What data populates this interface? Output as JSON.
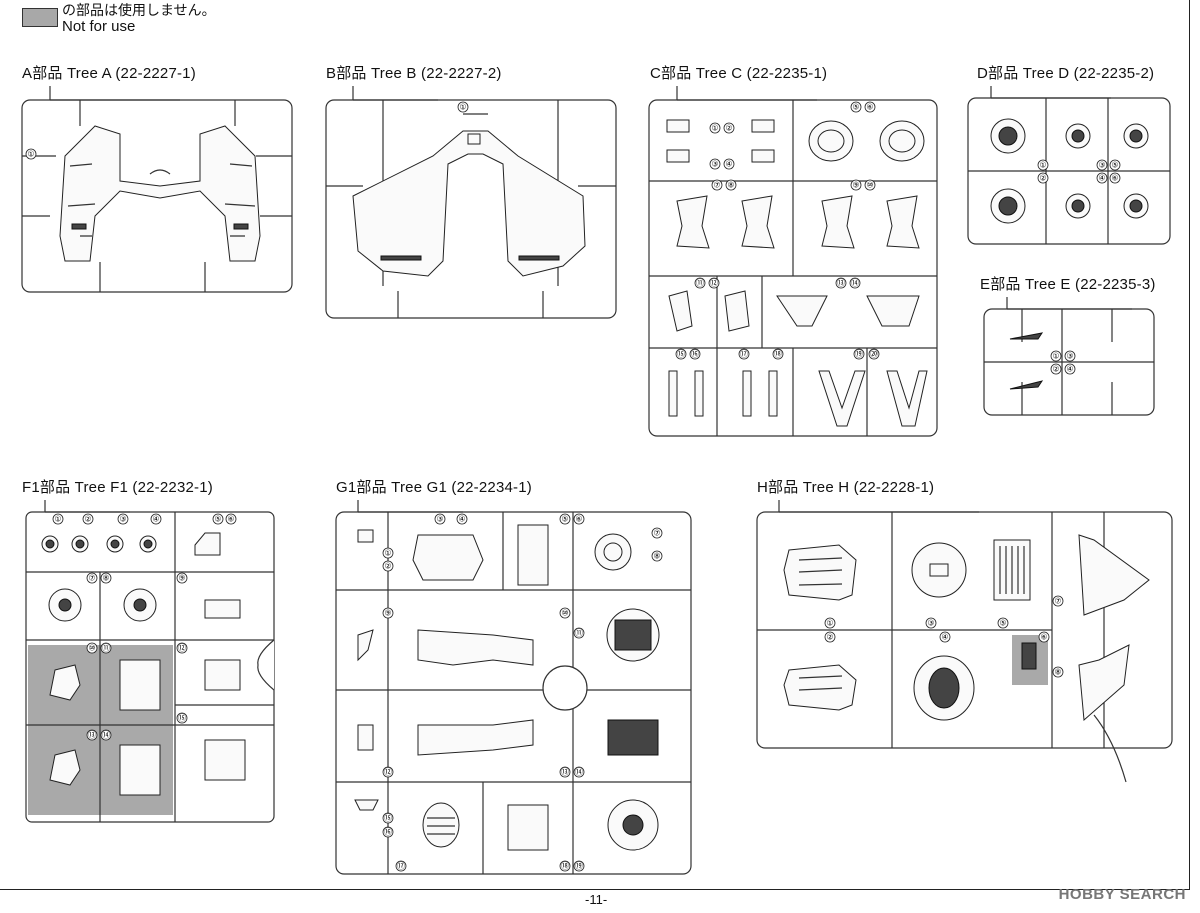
{
  "legend": {
    "jp": "の部品は使用しません。",
    "en": "Not for use",
    "swatch_color": "#a8a8a8"
  },
  "trees": {
    "A": {
      "title": "A部品 Tree A (22-2227-1)",
      "numbers": [
        "①"
      ]
    },
    "B": {
      "title": "B部品 Tree B (22-2227-2)",
      "numbers": [
        "①"
      ]
    },
    "C": {
      "title": "C部品 Tree C (22-2235-1)",
      "numbers": [
        "①",
        "②",
        "③",
        "④",
        "⑤",
        "⑥",
        "⑦",
        "⑧",
        "⑨",
        "⑩",
        "⑪",
        "⑫",
        "⑬",
        "⑭",
        "⑮",
        "⑯",
        "⑰",
        "⑱",
        "⑲",
        "⑳"
      ]
    },
    "D": {
      "title": "D部品 Tree D (22-2235-2)",
      "numbers": [
        "①",
        "②",
        "③",
        "④",
        "⑤",
        "⑥"
      ]
    },
    "E": {
      "title": "E部品 Tree E (22-2235-3)",
      "numbers": [
        "①",
        "②",
        "③",
        "④"
      ]
    },
    "F1": {
      "title": "F1部品 Tree F1 (22-2232-1)",
      "numbers": [
        "①",
        "②",
        "③",
        "④",
        "⑤",
        "⑥",
        "⑦",
        "⑧",
        "⑨",
        "⑩",
        "⑪",
        "⑫",
        "⑬",
        "⑭",
        "⑮"
      ]
    },
    "G1": {
      "title": "G1部品 Tree G1 (22-2234-1)",
      "numbers": [
        "①",
        "②",
        "③",
        "④",
        "⑤",
        "⑥",
        "⑦",
        "⑧",
        "⑨",
        "⑩",
        "⑪",
        "⑫",
        "⑬",
        "⑭",
        "⑮",
        "⑯",
        "⑰",
        "⑱",
        "⑲"
      ]
    },
    "H": {
      "title": "H部品 Tree H (22-2228-1)",
      "numbers": [
        "①",
        "②",
        "③",
        "④",
        "⑤",
        "⑥",
        "⑦",
        "⑧"
      ]
    }
  },
  "page_number": "-11-",
  "watermark": "HOBBY SEARCH"
}
